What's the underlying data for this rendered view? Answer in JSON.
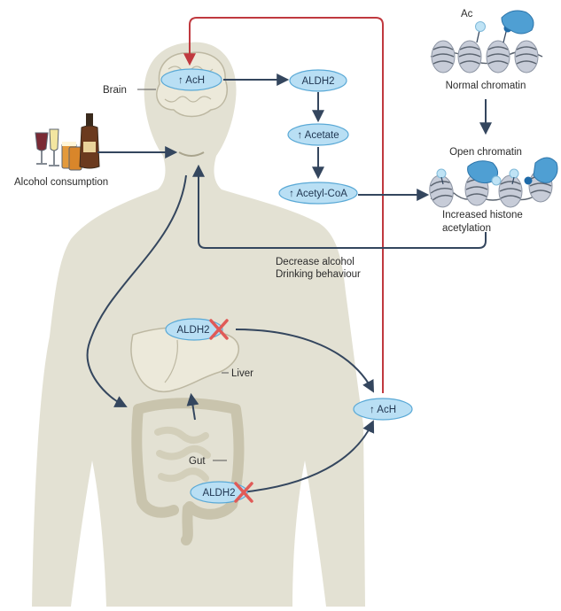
{
  "colors": {
    "body": "#e3e1d3",
    "organ": "#ece9da",
    "organ_stroke": "#bdb8a2",
    "node_fill": "#b9dff4",
    "node_stroke": "#5aa9d6",
    "arrow_dark": "#34465e",
    "arrow_red": "#c0393f",
    "cross": "#e05a57",
    "histone": "#c7ccd8",
    "dna": "#5b6470",
    "acetyl": "#bfe3f5",
    "enzyme": "#4f9fd3"
  },
  "labels": {
    "brain": "Brain",
    "liver": "Liver",
    "gut": "Gut",
    "alcohol": "Alcohol consumption",
    "ac": "Ac",
    "normal_chromatin": "Normal chromatin",
    "open_chromatin": "Open chromatin",
    "increased_1": "Increased histone",
    "increased_2": "acetylation",
    "decrease_1": "Decrease alcohol",
    "decrease_2": "Drinking behaviour"
  },
  "nodes": {
    "ach_brain": "↑ AcH",
    "aldh2_top": "ALDH2",
    "acetate": "↑ Acetate",
    "acetyl_coa": "↑ Acetyl-CoA",
    "aldh2_liver": "ALDH2",
    "ach_blood": "↑ AcH",
    "aldh2_gut": "ALDH2"
  },
  "icons": [
    "wine-glass-icon",
    "champagne-glass-icon",
    "beer-glass-icon",
    "liquor-bottle-icon",
    "cross-icon",
    "nucleosome-icon",
    "acetyl-group-icon",
    "acetyltransferase-icon"
  ]
}
